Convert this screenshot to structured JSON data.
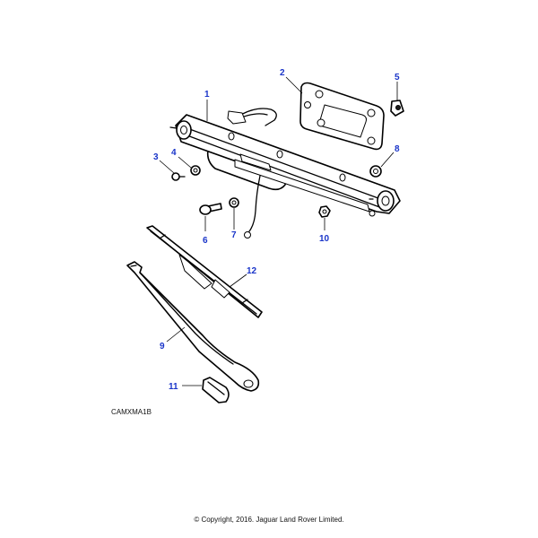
{
  "diagram": {
    "callouts": [
      {
        "num": "1"
      },
      {
        "num": "2"
      },
      {
        "num": "3"
      },
      {
        "num": "4"
      },
      {
        "num": "5"
      },
      {
        "num": "6"
      },
      {
        "num": "7"
      },
      {
        "num": "8"
      },
      {
        "num": "9"
      },
      {
        "num": "10"
      },
      {
        "num": "11"
      },
      {
        "num": "12"
      }
    ],
    "code": "CAMXMA1B"
  },
  "footer": {
    "copyright": "© Copyright, 2016. Jaguar Land Rover Limited."
  }
}
